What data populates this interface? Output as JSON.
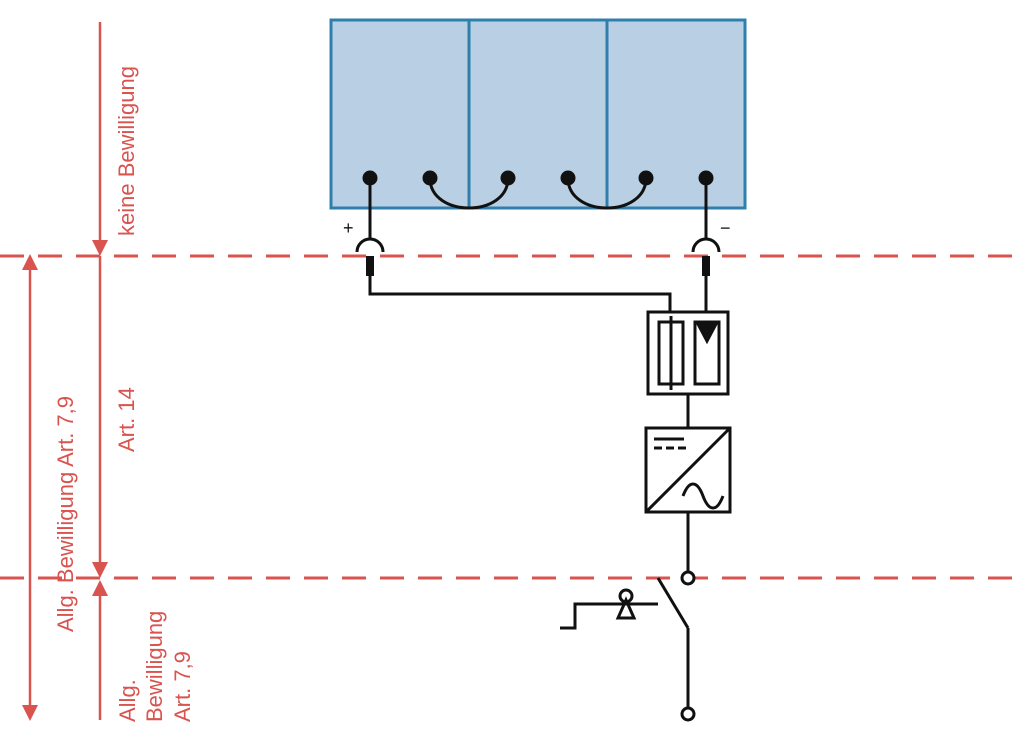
{
  "zones": {
    "top_label": "keine Bewilligung",
    "middle_label": "Art. 14",
    "left_span_label": "Allg. Bewilligung Art. 7,9",
    "bottom_label_lines": [
      "Allg.",
      "Bewilligung",
      "Art. 7,9"
    ]
  },
  "polarity": {
    "plus": "+",
    "minus": "−"
  },
  "colors": {
    "zone_red": "#d9534f",
    "panel_fill": "#b9cfe3",
    "panel_stroke": "#2f7fad",
    "wire": "#111111"
  },
  "components": {
    "pv_panels": 3,
    "icons": [
      "pv-module",
      "connector",
      "fuse",
      "surge-protector",
      "inverter",
      "key-switch"
    ]
  }
}
